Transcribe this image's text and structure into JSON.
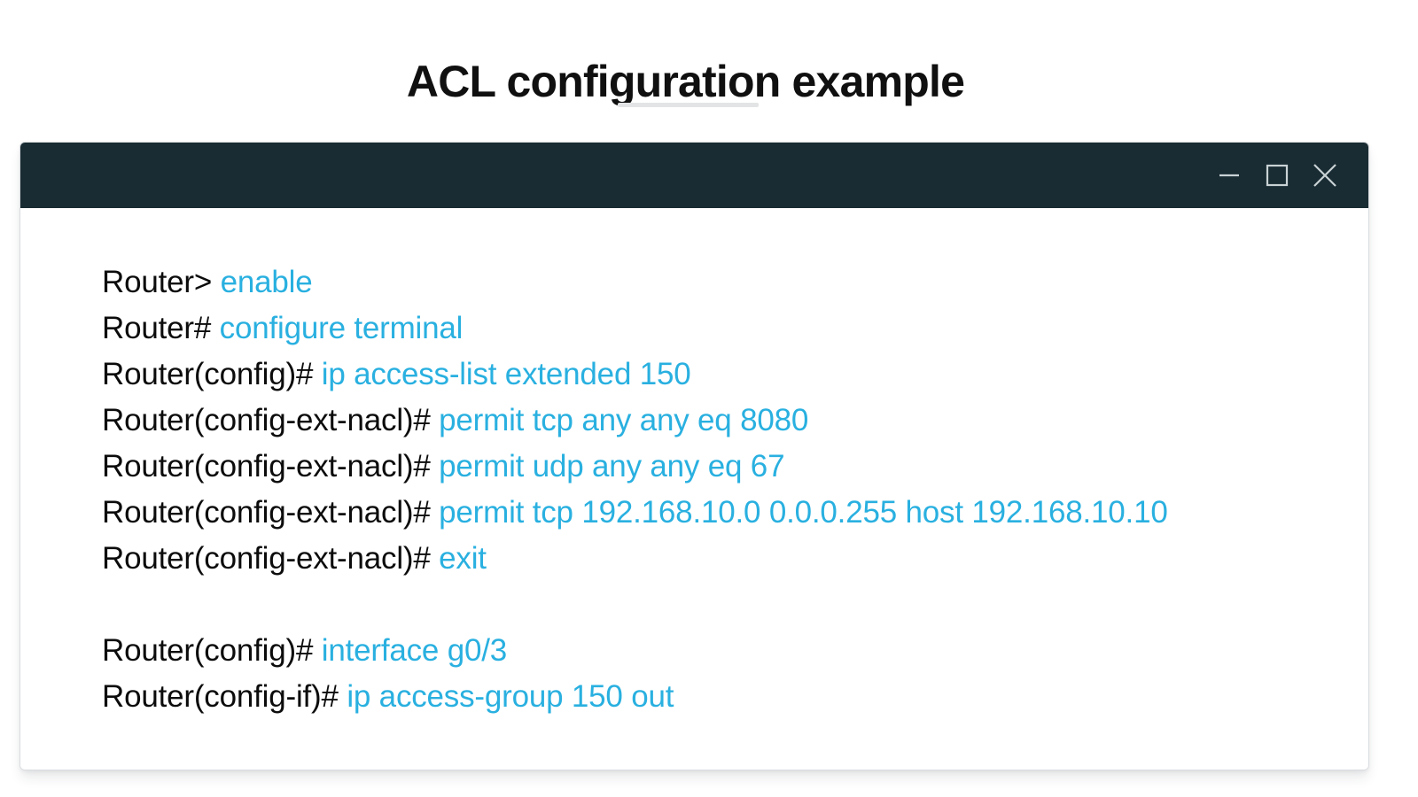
{
  "page": {
    "title": "ACL configuration example",
    "background_color": "#FFFFFF",
    "accent_color": "#29B0E0",
    "titlebar_color": "#192C33",
    "divider_color": "#E3E4E5"
  },
  "window": {
    "controls": [
      {
        "name": "minimize",
        "glyph": "minimize-icon",
        "label": "Minimize"
      },
      {
        "name": "maximize",
        "glyph": "maximize-icon",
        "label": "Maximize"
      },
      {
        "name": "close",
        "glyph": "close-icon",
        "label": "Close"
      }
    ]
  },
  "terminal": {
    "lines": [
      {
        "prompt": "Router> ",
        "command": "enable"
      },
      {
        "prompt": "Router# ",
        "command": "configure terminal"
      },
      {
        "prompt": "Router(config)# ",
        "command": "ip access-list extended 150"
      },
      {
        "prompt": "Router(config-ext-nacl)# ",
        "command": "permit tcp any any eq 8080"
      },
      {
        "prompt": "Router(config-ext-nacl)# ",
        "command": "permit udp any any eq 67"
      },
      {
        "prompt": "Router(config-ext-nacl)# ",
        "command": "permit tcp 192.168.10.0 0.0.0.255 host 192.168.10.10"
      },
      {
        "prompt": "Router(config-ext-nacl)# ",
        "command": "exit"
      },
      {
        "prompt": "",
        "command": ""
      },
      {
        "prompt": "Router(config)# ",
        "command": "interface g0/3"
      },
      {
        "prompt": "Router(config-if)# ",
        "command": "ip access-group 150 out"
      }
    ]
  }
}
